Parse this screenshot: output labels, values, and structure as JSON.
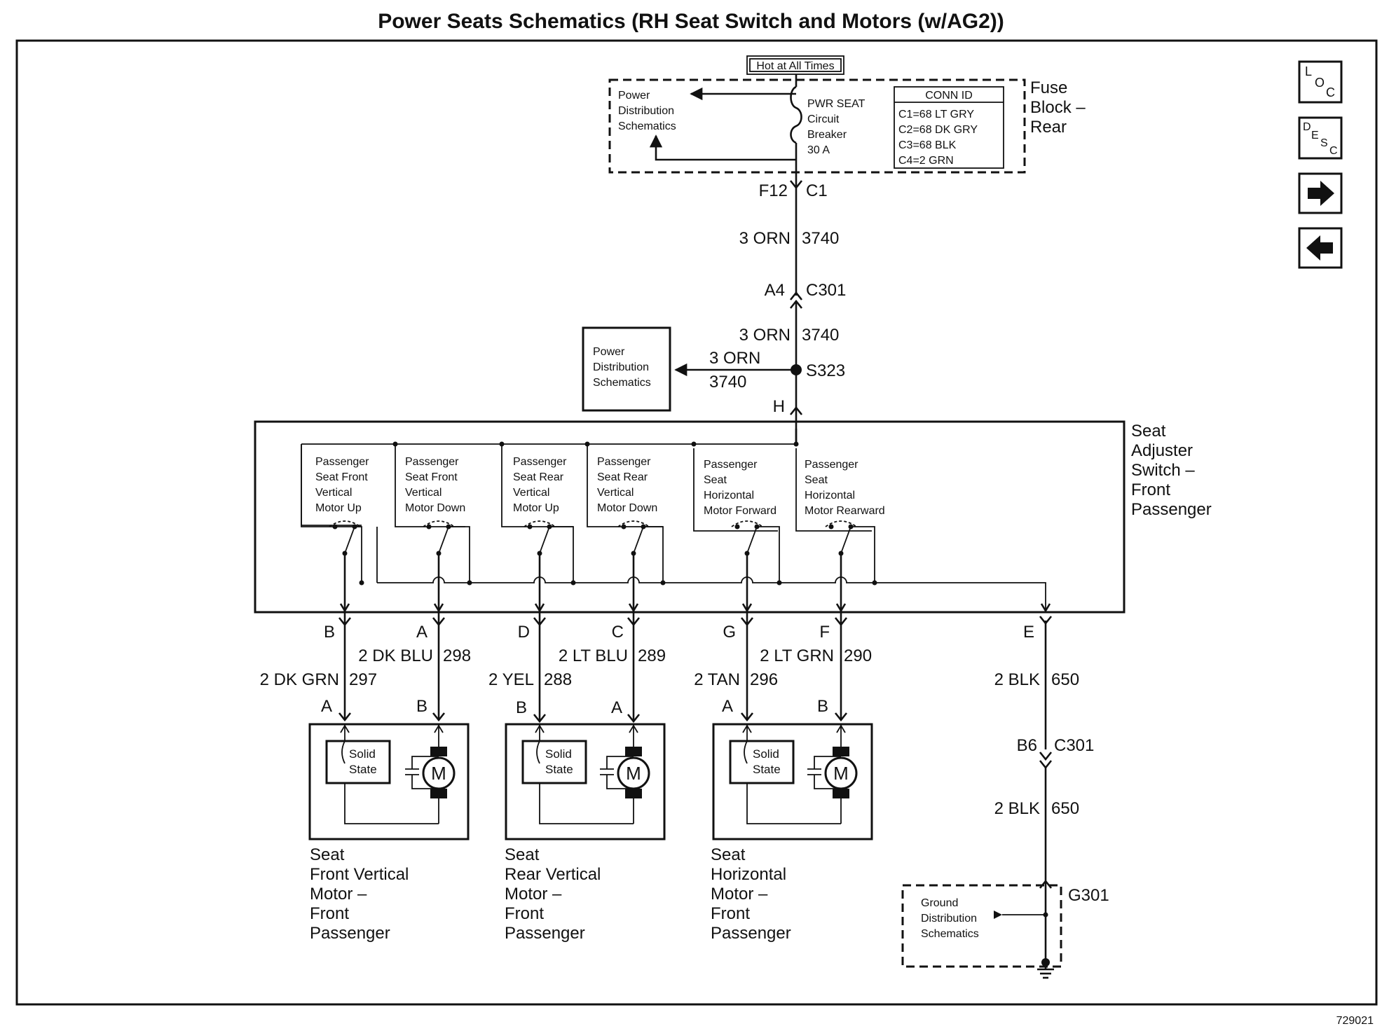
{
  "page_title": "Power Seats Schematics (RH Seat Switch and Motors (w/AG2))",
  "figure_id": "729021",
  "hot_label": "Hot at All Times",
  "nav_icons": [
    {
      "name": "loc-icon",
      "text": [
        "L",
        "O",
        "C"
      ]
    },
    {
      "name": "desc-icon",
      "text": [
        "D",
        "E",
        "S",
        "C"
      ]
    },
    {
      "name": "arrow-right-icon"
    },
    {
      "name": "arrow-left-icon"
    }
  ],
  "fuse_block": {
    "label": [
      "Fuse",
      "Block –",
      "Rear"
    ],
    "pds_ref": [
      "Power",
      "Distribution",
      "Schematics"
    ],
    "breaker": [
      "PWR SEAT",
      "Circuit",
      "Breaker",
      "30 A"
    ],
    "conn_id_title": "CONN ID",
    "conn_ids": [
      "C1=68 LT GRY",
      "C2=68 DK GRY",
      "C3=68 BLK",
      "C4=2 GRN"
    ]
  },
  "main_wire": {
    "fuse_pin": "F12",
    "fuse_conn": "C1",
    "wire1_gauge": "3 ORN",
    "wire1_circuit": "3740",
    "c301_pin": "A4",
    "c301_conn": "C301",
    "wire2_gauge": "3 ORN",
    "wire2_circuit": "3740",
    "splice": "S323",
    "branch_gauge": "3 ORN",
    "branch_circuit": "3740",
    "switch_pin": "H"
  },
  "pds_box": [
    "Power",
    "Distribution",
    "Schematics"
  ],
  "switch_assembly": {
    "label": [
      "Seat",
      "Adjuster",
      "Switch –",
      "Front",
      "Passenger"
    ],
    "switches": [
      [
        "Passenger",
        "Seat Front",
        "Vertical",
        "Motor Up"
      ],
      [
        "Passenger",
        "Seat Front",
        "Vertical",
        "Motor Down"
      ],
      [
        "Passenger",
        "Seat Rear",
        "Vertical",
        "Motor Up"
      ],
      [
        "Passenger",
        "Seat Rear",
        "Vertical",
        "Motor Down"
      ],
      [
        "Passenger",
        "Seat",
        "Horizontal",
        "Motor Forward"
      ],
      [
        "Passenger",
        "Seat",
        "Horizontal",
        "Motor Rearward"
      ]
    ]
  },
  "switch_pins": [
    "B",
    "A",
    "D",
    "C",
    "G",
    "F",
    "E"
  ],
  "wires": [
    {
      "gauge": "2 DK GRN",
      "circuit": "297"
    },
    {
      "gauge": "2 DK BLU",
      "circuit": "298"
    },
    {
      "gauge": "2 YEL",
      "circuit": "288"
    },
    {
      "gauge": "2 LT BLU",
      "circuit": "289"
    },
    {
      "gauge": "2 TAN",
      "circuit": "296"
    },
    {
      "gauge": "2 LT GRN",
      "circuit": "290"
    }
  ],
  "motor_pins": [
    "A",
    "B",
    "B",
    "A",
    "A",
    "B"
  ],
  "motors": [
    {
      "solid_state": [
        "Solid",
        "State"
      ],
      "motor_symbol": "M",
      "label": [
        "Seat",
        "Front Vertical",
        "Motor –",
        "Front",
        "Passenger"
      ]
    },
    {
      "solid_state": [
        "Solid",
        "State"
      ],
      "motor_symbol": "M",
      "label": [
        "Seat",
        "Rear Vertical",
        "Motor –",
        "Front",
        "Passenger"
      ]
    },
    {
      "solid_state": [
        "Solid",
        "State"
      ],
      "motor_symbol": "M",
      "label": [
        "Seat",
        "Horizontal",
        "Motor –",
        "Front",
        "Passenger"
      ]
    }
  ],
  "ground": {
    "wire1_gauge": "2 BLK",
    "wire1_circuit": "650",
    "c301_pin": "B6",
    "c301_conn": "C301",
    "wire2_gauge": "2 BLK",
    "wire2_circuit": "650",
    "ground_id": "G301",
    "gds_ref": [
      "Ground",
      "Distribution",
      "Schematics"
    ]
  }
}
